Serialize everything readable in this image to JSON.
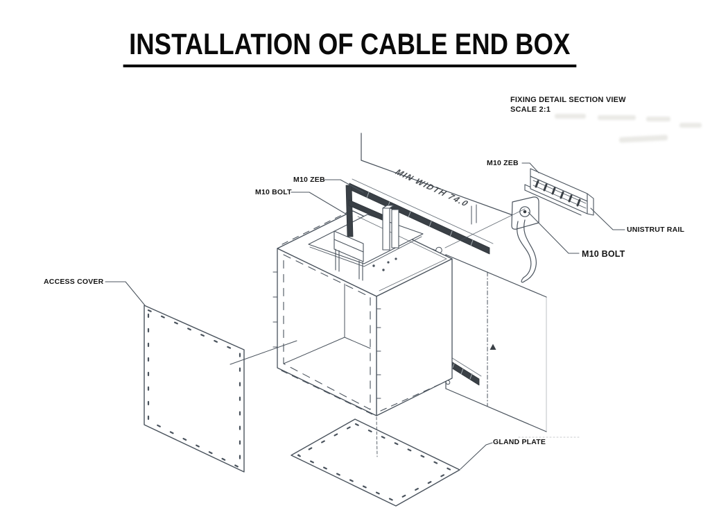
{
  "title": "INSTALLATION OF CABLE END BOX",
  "detail_view_heading": {
    "line1": "FIXING DETAIL SECTION VIEW",
    "line2": "SCALE 2:1"
  },
  "part_labels": {
    "m10_zeb_left": "M10 ZEB",
    "m10_bolt_left": "M10 BOLT",
    "m10_zeb_right": "M10 ZEB",
    "unistrut_rail": "UNISTRUT RAIL",
    "m10_bolt_right": "M10 BOLT",
    "access_cover": "ACCESS COVER",
    "gland_plate": "GLAND PLATE"
  },
  "annotations": {
    "rail_dimension": "MIN WIDTH 74.0"
  },
  "colors": {
    "line": "#49525c",
    "dark_fill": "#3a4046",
    "text": "#141414",
    "background": "#ffffff"
  }
}
